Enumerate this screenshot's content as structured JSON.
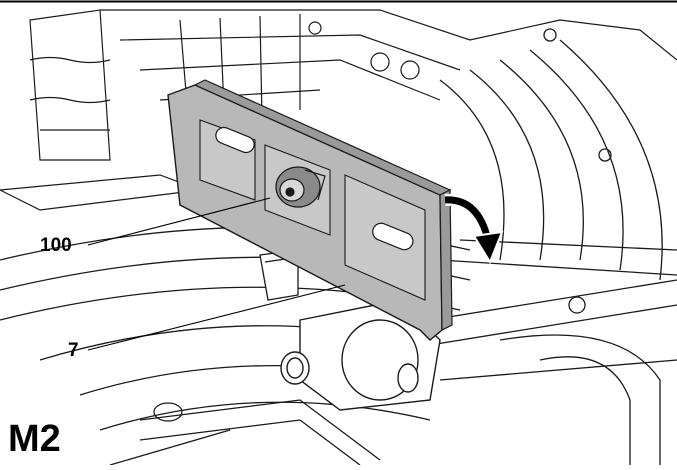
{
  "callouts": [
    {
      "id": "callout-100",
      "text": "100"
    },
    {
      "id": "callout-7",
      "text": "7"
    }
  ],
  "figure_label": "M2",
  "colors": {
    "line": "#1a1a1a",
    "highlight_part": "#b8b8b8",
    "highlight_part_shade": "#9a9a9a",
    "background": "#ffffff"
  },
  "icons": {
    "rotation_arrow": "curved-arrow-down-icon"
  }
}
